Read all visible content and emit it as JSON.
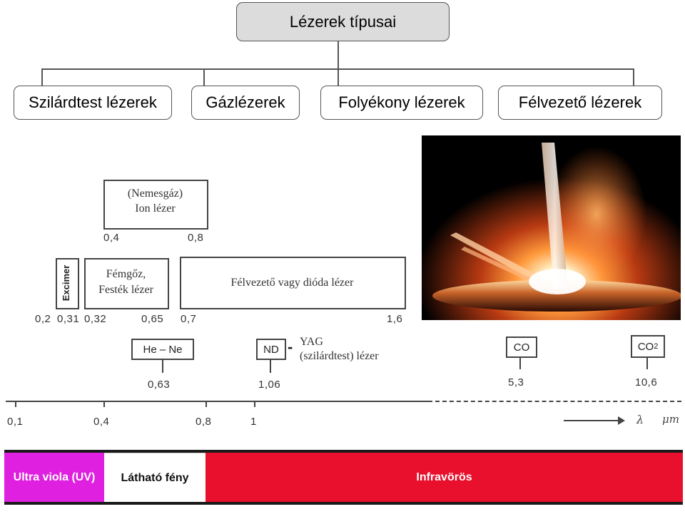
{
  "title": "Lézerek típusai",
  "categories": [
    "Szilárdtest lézerek",
    "Gázlézerek",
    "Folyékony lézerek",
    "Félvezető lézerek"
  ],
  "ranges": {
    "ion_line1": "(Nemesgáz)",
    "ion_line2": "Ion lézer",
    "metal_line1": "Fémgőz,",
    "metal_line2": "Festék lézer",
    "excimer": "Excimer",
    "diode": "Félvezető vagy dióda lézer"
  },
  "range_numbers": {
    "ion_start": "0,4",
    "ion_end": "0,8",
    "excimer_start": "0,2",
    "excimer_end": "0,31",
    "metal_start": "0,32",
    "metal_end": "0,65",
    "diode_start": "0,7",
    "diode_end": "1,6"
  },
  "lines": {
    "hene": "He – Ne",
    "hene_value": "0,63",
    "nd": "ND",
    "nd_dash": "-",
    "yag_line1": "YAG",
    "yag_line2": "(szilárdtest) lézer",
    "nd_value": "1,06",
    "co": "CO",
    "co_value": "5,3",
    "co2_main": "CO",
    "co2_sub": "2",
    "co2_value": "10,6"
  },
  "axis": {
    "ticks": [
      "0,1",
      "0,4",
      "0,8",
      "1"
    ],
    "lambda": "λ",
    "unit": "μm"
  },
  "spectrum": {
    "uv": "Ultra viola (UV)",
    "visible": "Látható fény",
    "ir": "Infravörös",
    "uv_color": "#e020e0",
    "visible_color": "#ffffff",
    "ir_color": "#e8102c"
  }
}
